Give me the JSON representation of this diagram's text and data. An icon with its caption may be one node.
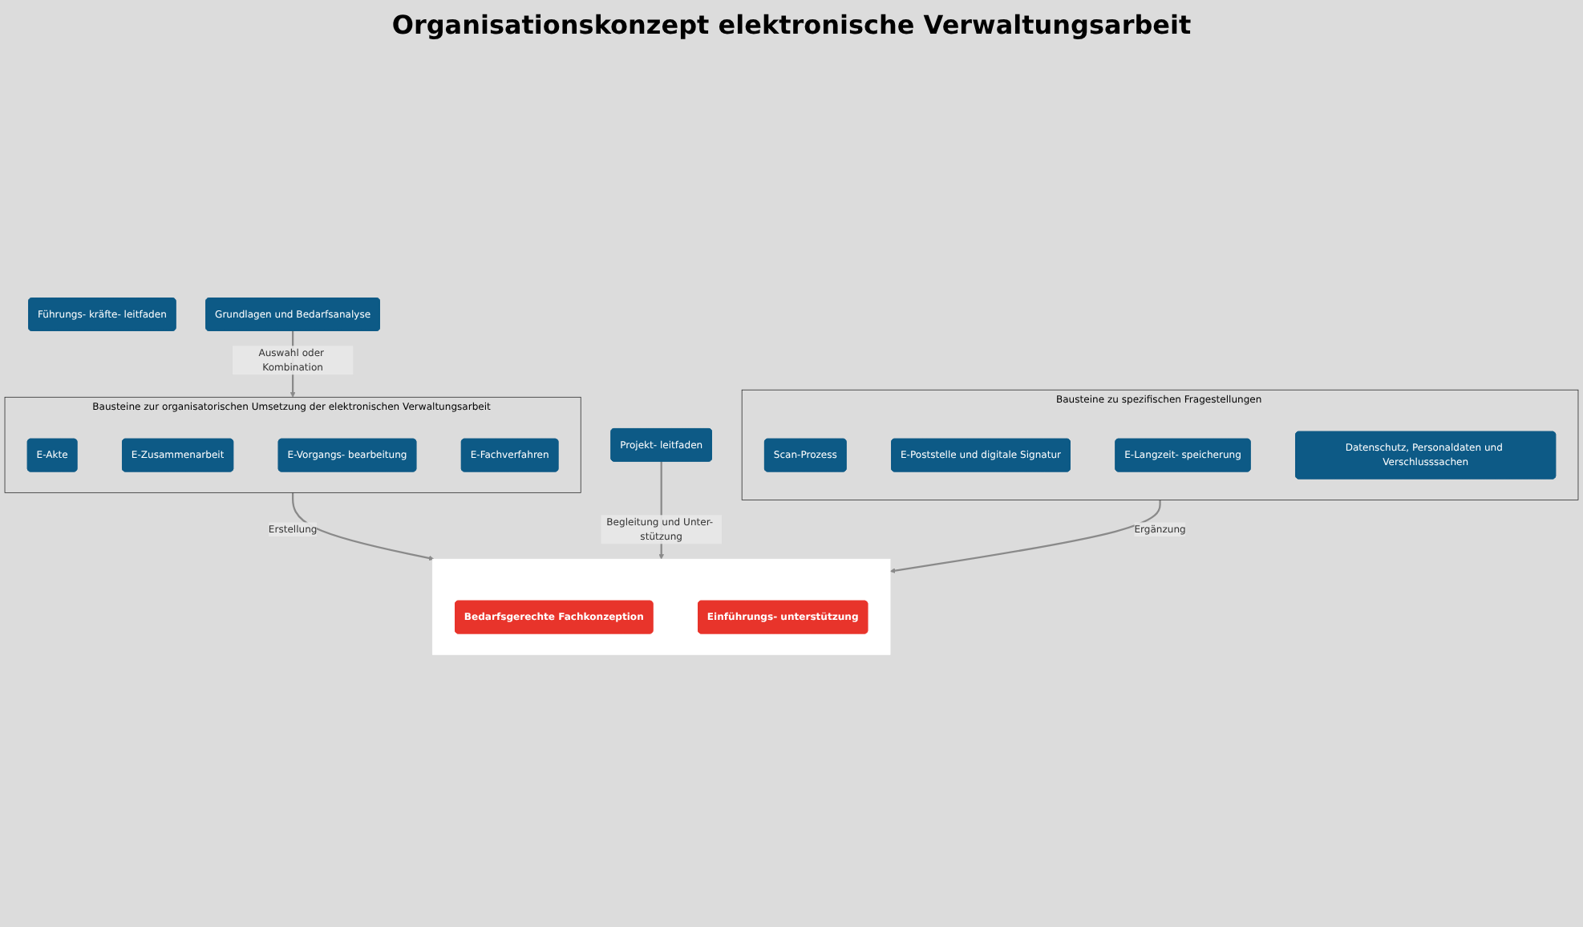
{
  "diagram": {
    "title": "Organisationskonzept elektronische Verwaltungsarbeit",
    "nodes": [
      {
        "text": [
          "Führungs- kräfte- leitfaden"
        ]
      },
      {
        "text": [
          "Projekt- leitfaden"
        ]
      },
      {
        "text": [
          "Grundlagen und Bedarfsanalyse"
        ]
      },
      {
        "text": [
          "Bausteine zur organisatorischen Umsetzung der elektronischen Verwaltungsarbeit"
        ]
      },
      {
        "text": [
          "E-Akte"
        ],
        "in": 3
      },
      {
        "text": [
          "E-Zusammenarbeit"
        ],
        "in": 3
      },
      {
        "text": [
          "E-Vorgangs- bearbeitung"
        ],
        "in": 3
      },
      {
        "text": [
          "E-Fachverfahren"
        ],
        "in": 3
      },
      {
        "text": [],
        "shape": "box"
      },
      {
        "text": [
          "Bedarfsgerechte Fachkonzeption"
        ],
        "in": 8
      },
      {
        "text": [
          "Einführungs- unterstützung"
        ],
        "in": 8
      },
      {
        "text": [
          "Bausteine zu spezifischen Fragestellungen"
        ]
      },
      {
        "text": [
          "Scan-Prozess"
        ],
        "in": 11
      },
      {
        "text": [
          "E-Poststelle und digitale Signatur"
        ],
        "in": 11
      },
      {
        "text": [
          "E-Langzeit- speicherung"
        ],
        "in": 11
      },
      {
        "text": [
          "Datenschutz, Personaldaten und Verschlusssachen"
        ],
        "in": 11
      }
    ],
    "edges": [
      {
        "from": 2,
        "to": 3,
        "arrow": "to",
        "label": "Auswahl oder Kombination"
      },
      {
        "from": 3,
        "to": 8,
        "arrow": "to",
        "label": "Erstellung"
      },
      {
        "from": 1,
        "to": 8,
        "arrow": "to",
        "label": "Begleitung und Unter- stützung"
      },
      {
        "from": 11,
        "to": 8,
        "arrow": "to",
        "label": "Ergänzung"
      }
    ]
  }
}
